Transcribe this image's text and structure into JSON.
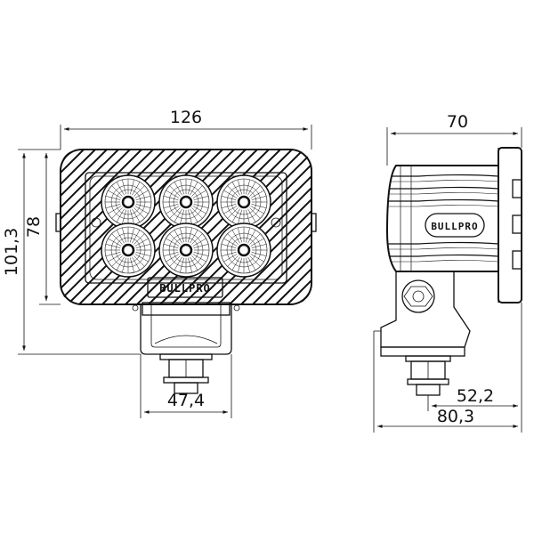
{
  "front_view": {
    "width_label": "126",
    "height_outer_label": "101,3",
    "height_body_label": "78",
    "bracket_width_label": "47,4",
    "logo_text": "BULLPRO"
  },
  "side_view": {
    "depth_label": "70",
    "mount_offset_label": "52,2",
    "total_depth_label": "80,3",
    "logo_text": "BULLPRO"
  },
  "colors": {
    "line": "#111111",
    "background": "#ffffff"
  }
}
